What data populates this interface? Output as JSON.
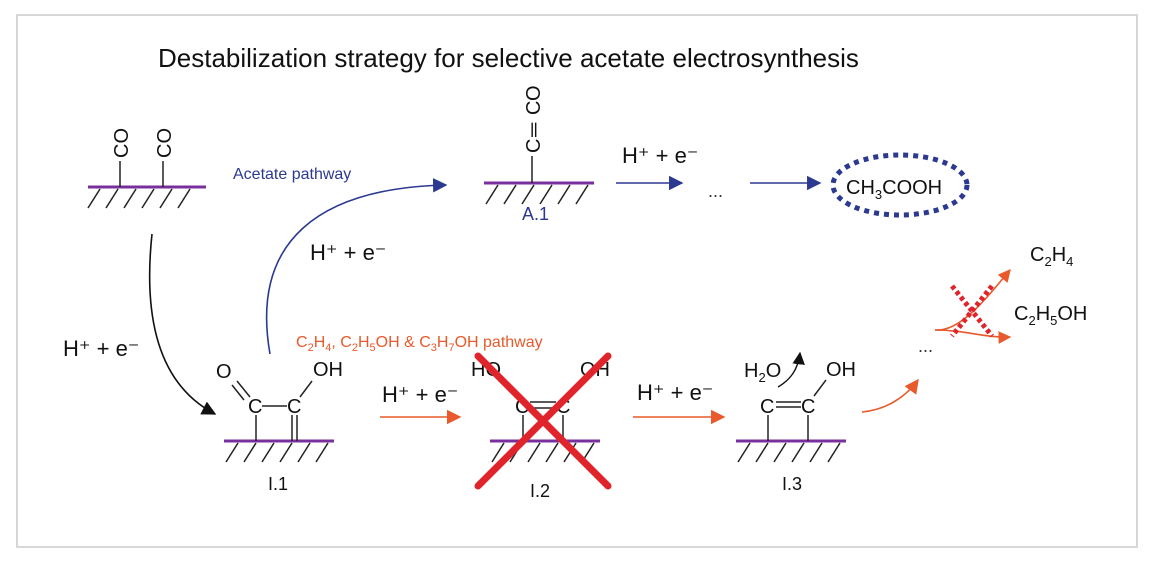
{
  "title": "Destabilization strategy for selective acetate electrosynthesis",
  "colors": {
    "surface": "#7a2f9e",
    "acetate": "#2b3990",
    "ethylene": "#e85a2c",
    "cross": "#e0242b",
    "arrow_black": "#111111"
  },
  "reactant": {
    "left_group": "CO",
    "right_group": "CO"
  },
  "step_label": "H⁺ + e⁻",
  "acetate_pathway": {
    "label": "Acetate pathway",
    "intermediate_id": "A.1",
    "group_bottom": "C",
    "bond": "═",
    "group_top": "O",
    "product_main": "CH",
    "product_sub": "3",
    "product_rest": "COOH",
    "ellipsis": "..."
  },
  "c2_pathway": {
    "label_parts": [
      "C",
      "2",
      "H",
      "4",
      ", C",
      "2",
      "H",
      "5",
      "OH & C",
      "3",
      "H",
      "7",
      "OH pathway"
    ],
    "intermediates": [
      "I.1",
      "I.2",
      "I.3"
    ],
    "i1": {
      "o": "O",
      "c1": "C",
      "c2": "C",
      "oh": "OH"
    },
    "i2": {
      "ho": "HO",
      "c1": "C",
      "c2": "C",
      "oh": "OH"
    },
    "i3": {
      "c1": "C",
      "c2": "C",
      "oh": "OH"
    },
    "water_parts": [
      "H",
      "2",
      "O"
    ],
    "ellipsis": "...",
    "products": {
      "ethylene": [
        "C",
        "2",
        "H",
        "4"
      ],
      "ethanol": [
        "C",
        "2",
        "H",
        "5",
        "OH"
      ]
    }
  }
}
